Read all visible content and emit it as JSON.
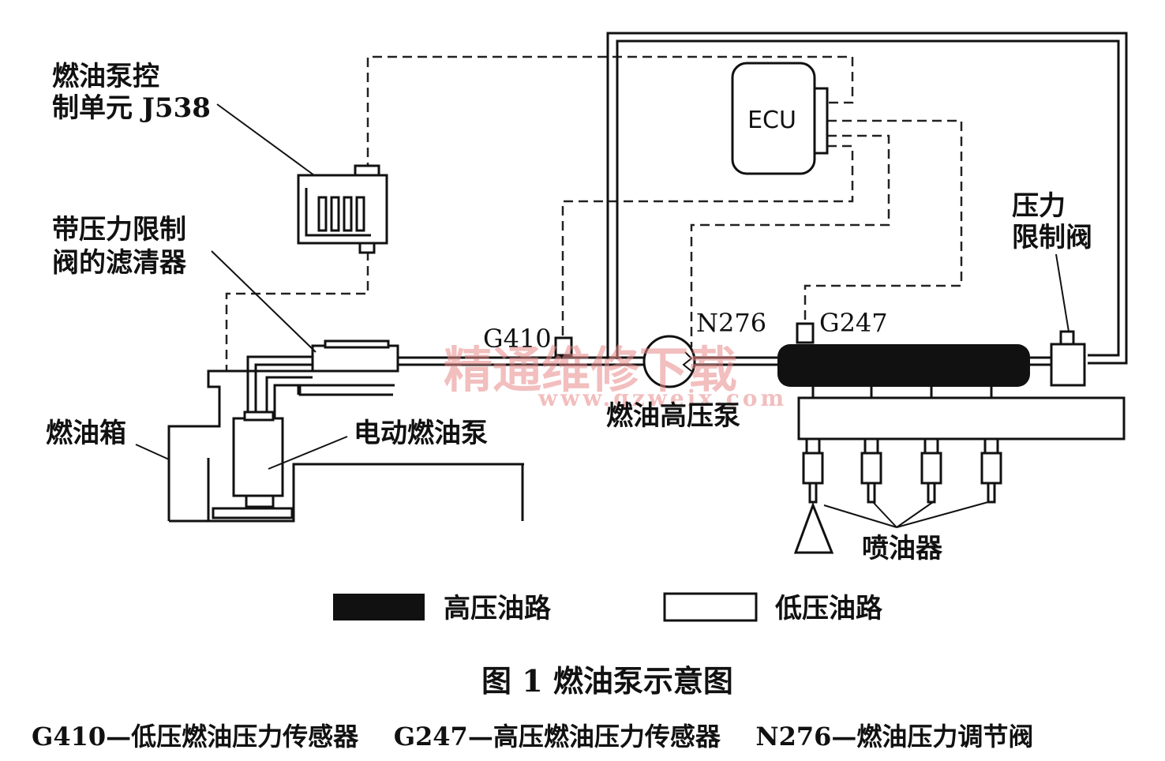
{
  "labels": {
    "control_unit_line1": "燃油泵控",
    "control_unit_line2": "制单元 J538",
    "filter_line1": "带压力限制",
    "filter_line2": "阀的滤清器",
    "tank": "燃油箱",
    "electric_pump": "电动燃油泵",
    "g410": "G410",
    "n276": "N276",
    "g247": "G247",
    "hp_pump": "燃油高压泵",
    "ecu": "ECU",
    "relief_line1": "压力",
    "relief_line2": "限制阀",
    "injectors": "喷油器"
  },
  "legend": {
    "high_pressure": "高压油路",
    "low_pressure": "低压油路"
  },
  "caption": {
    "figure": "图 1  燃油泵示意图",
    "note": "G410—低压燃油压力传感器    G247—高压燃油压力传感器    N276—燃油压力调节阀"
  },
  "watermark": {
    "main": "精通维修下载",
    "url": "www.gzweix.com"
  }
}
